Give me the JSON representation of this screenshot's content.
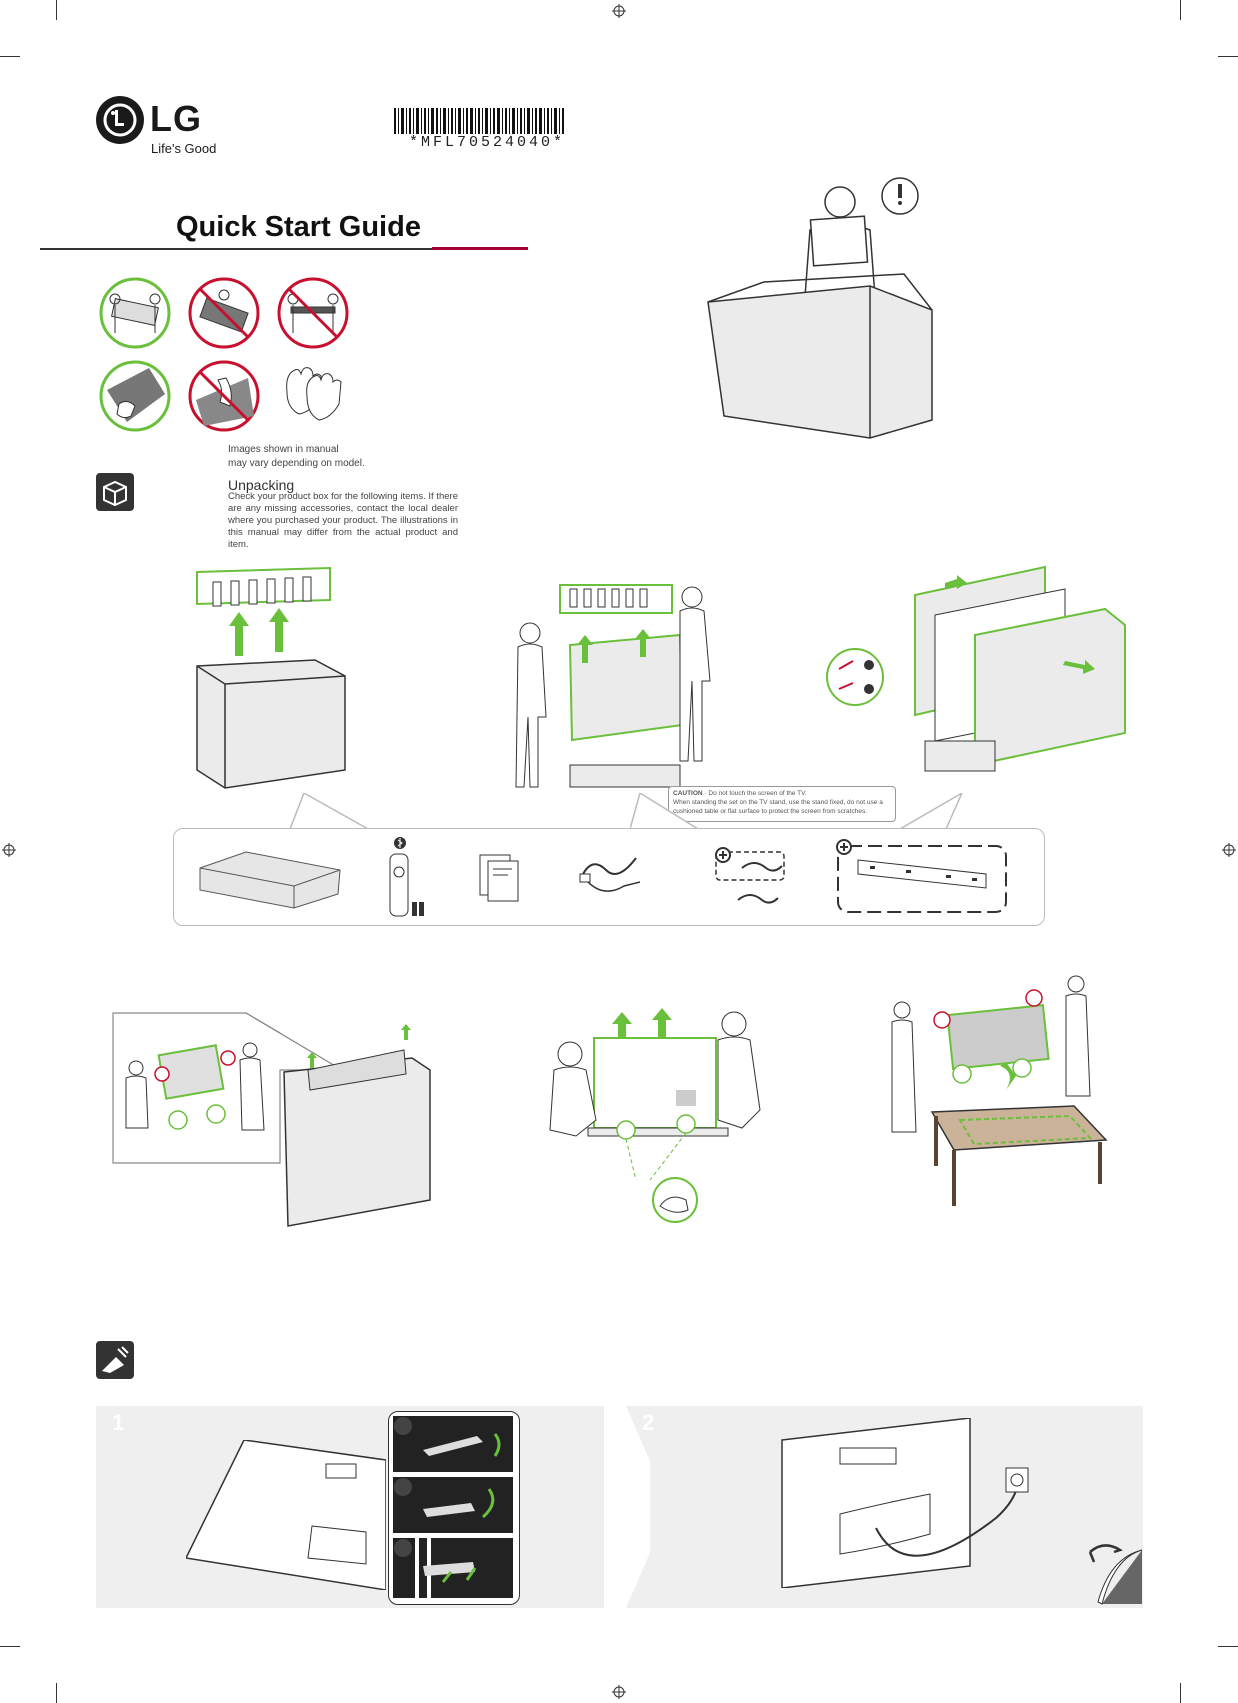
{
  "brand": {
    "logo_text": "LG",
    "tagline": "Life's Good"
  },
  "barcode": {
    "code": "*MFL70524040*"
  },
  "document": {
    "title": "Quick Start Guide"
  },
  "notes": {
    "line1": "Images shown in manual",
    "line2": "may vary depending on model."
  },
  "unpacking": {
    "heading": "Unpacking",
    "body": "Check your product box for the following items. If there are any missing accessories, contact the local dealer where you purchased your product. The illustrations in this manual may differ from the actual product and item."
  },
  "caution": {
    "label": "CAUTION",
    "line1": "Do not touch the screen of the TV.",
    "line2": "When standing the set on the TV stand, use the stand fixed, do not use a cushioned table or flat surface to protect the screen from scratches."
  },
  "steps": {
    "step1": "1",
    "step2": "2"
  },
  "colors": {
    "accent_green": "#6abf3b",
    "brand_red": "#a50034",
    "no_red": "#c8102e",
    "panel_grey": "#efefef",
    "box_grey": "#e6e6e6"
  },
  "icons": [
    "lg-logo-icon",
    "barcode-icon",
    "carry-two-people-ok-icon",
    "carry-flat-prohibited-icon",
    "carry-one-person-prohibited-icon",
    "hold-edge-ok-icon",
    "touch-screen-prohibited-icon",
    "gloves-icon",
    "box-icon",
    "exclamation-icon",
    "remote-icon",
    "bluetooth-icon",
    "manual-icon",
    "power-cable-icon",
    "wall-bracket-icon",
    "plus-icon",
    "install-icon",
    "page-turn-icon"
  ]
}
